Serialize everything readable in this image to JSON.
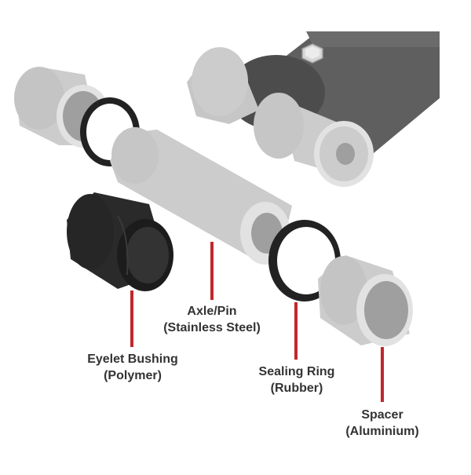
{
  "labels": {
    "axle": {
      "name": "Axle/Pin",
      "material": "(Stainless Steel)"
    },
    "bushing": {
      "name": "Eyelet Bushing",
      "material": "(Polymer)"
    },
    "sealing_ring": {
      "name": "Sealing Ring",
      "material": "(Rubber)"
    },
    "spacer": {
      "name": "Spacer",
      "material": "(Aluminium)"
    }
  },
  "colors": {
    "light_part": "#cccccc",
    "light_part_edge": "#e2e2e2",
    "inner": "#9f9f9f",
    "bracket": "#5f5f5f",
    "bracket_dark": "#4a4a4a",
    "rubber": "#222222",
    "leader": "#c0282d",
    "text": "#333333"
  }
}
